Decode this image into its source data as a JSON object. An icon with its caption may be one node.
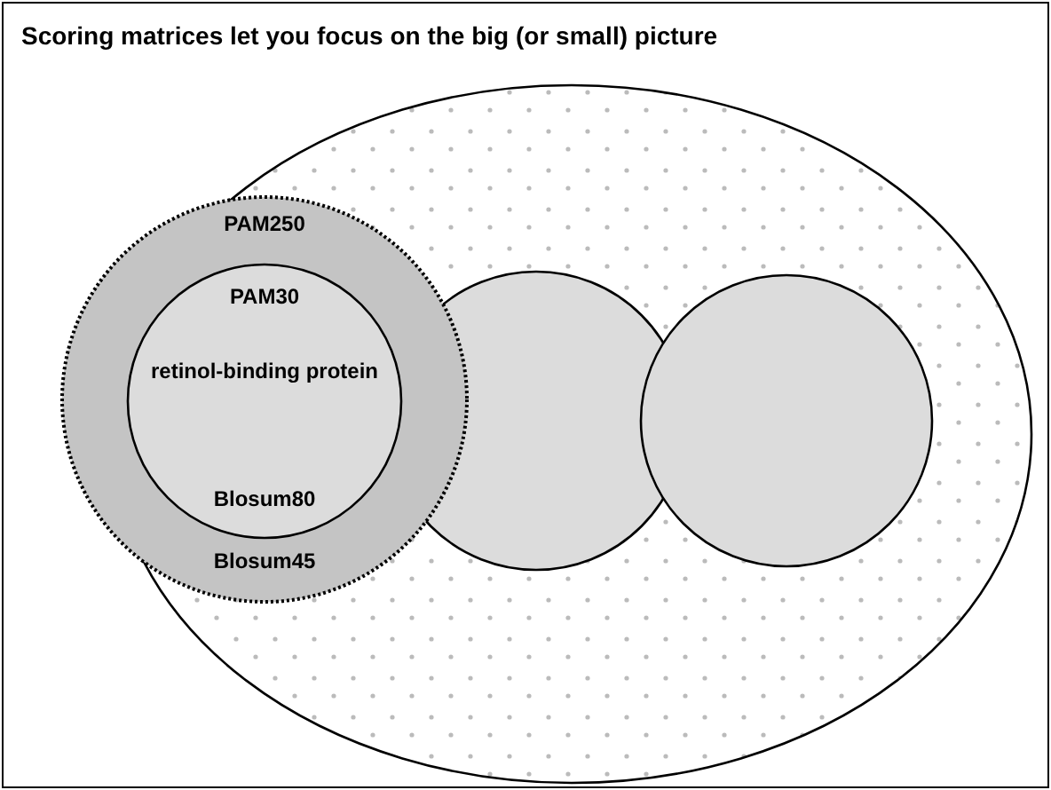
{
  "diagram": {
    "title": "Scoring matrices let you focus on the big (or small) picture",
    "nodes": [
      {
        "text": [],
        "shape": "ellipse"
      },
      {
        "text": [
          "PAM250",
          "Blosum45"
        ]
      },
      {
        "text": [
          "PAM30",
          "retinol-binding protein",
          "Blosum80"
        ],
        "in": 1
      },
      {
        "text": [],
        "shape": "circle",
        "in": 0
      },
      {
        "text": [],
        "shape": "circle",
        "in": 0
      }
    ]
  }
}
